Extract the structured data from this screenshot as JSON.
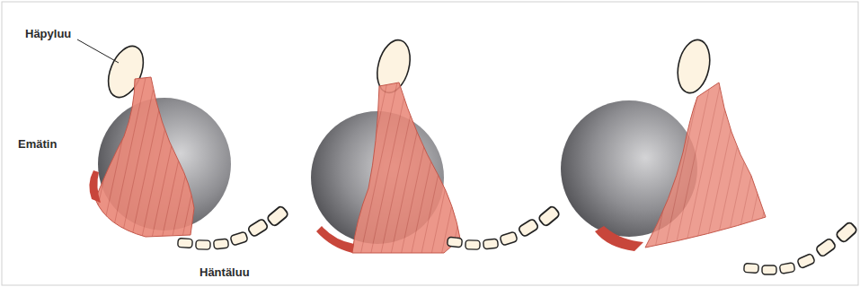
{
  "diagram": {
    "labels": [
      "Häpyluu",
      "Emätin",
      "Häntäluu"
    ]
  }
}
